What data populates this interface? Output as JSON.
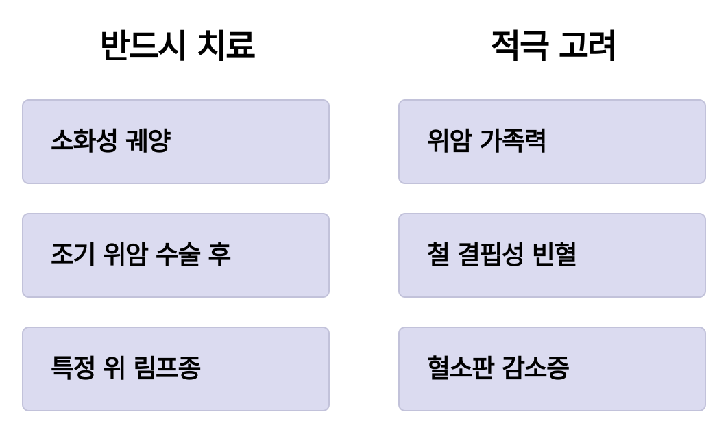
{
  "columns": [
    {
      "title": "반드시 치료",
      "items": [
        {
          "label": "소화성 궤양"
        },
        {
          "label": "조기 위암 수술 후"
        },
        {
          "label": "특정 위 림프종"
        }
      ]
    },
    {
      "title": "적극 고려",
      "items": [
        {
          "label": "위암 가족력"
        },
        {
          "label": "철 결핍성 빈혈"
        },
        {
          "label": "혈소판 감소증"
        }
      ]
    }
  ],
  "colors": {
    "card_background": "#dbdbf0",
    "card_border": "#c2c2da",
    "text": "#000000",
    "page_background": "#ffffff"
  }
}
